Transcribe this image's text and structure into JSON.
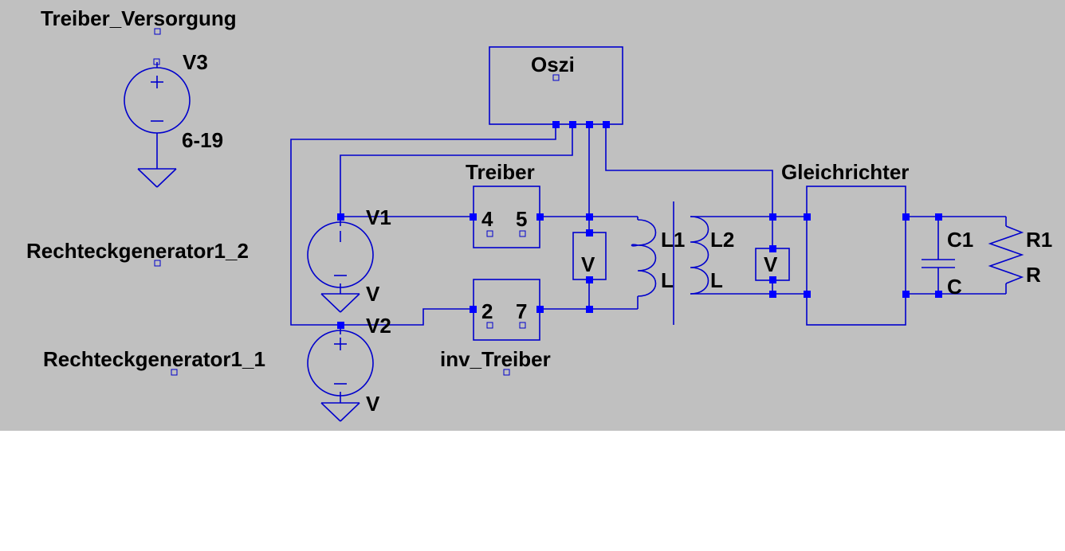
{
  "colors": {
    "background": "#c0c0c0",
    "wire": "#0000cc",
    "node": "#0000ff",
    "text": "#000000"
  },
  "labels": {
    "treiber_versorgung": "Treiber_Versorgung",
    "v3": "V3",
    "v3_value": "6-19",
    "oszi": "Oszi",
    "treiber": "Treiber",
    "gleichrichter": "Gleichrichter",
    "v1": "V1",
    "v1_value": "V",
    "v2": "V2",
    "v2_value": "V",
    "gen1_2": "Rechteckgenerator1_2",
    "gen1_1": "Rechteckgenerator1_1",
    "pin4": "4",
    "pin5": "5",
    "pin2": "2",
    "pin7": "7",
    "inv_treiber": "inv_Treiber",
    "meter1": "V",
    "meter2": "V",
    "l1": "L1",
    "l1_value": "L",
    "l2": "L2",
    "l2_value": "L",
    "c1": "C1",
    "c1_value": "C",
    "r1": "R1",
    "r1_value": "R"
  }
}
